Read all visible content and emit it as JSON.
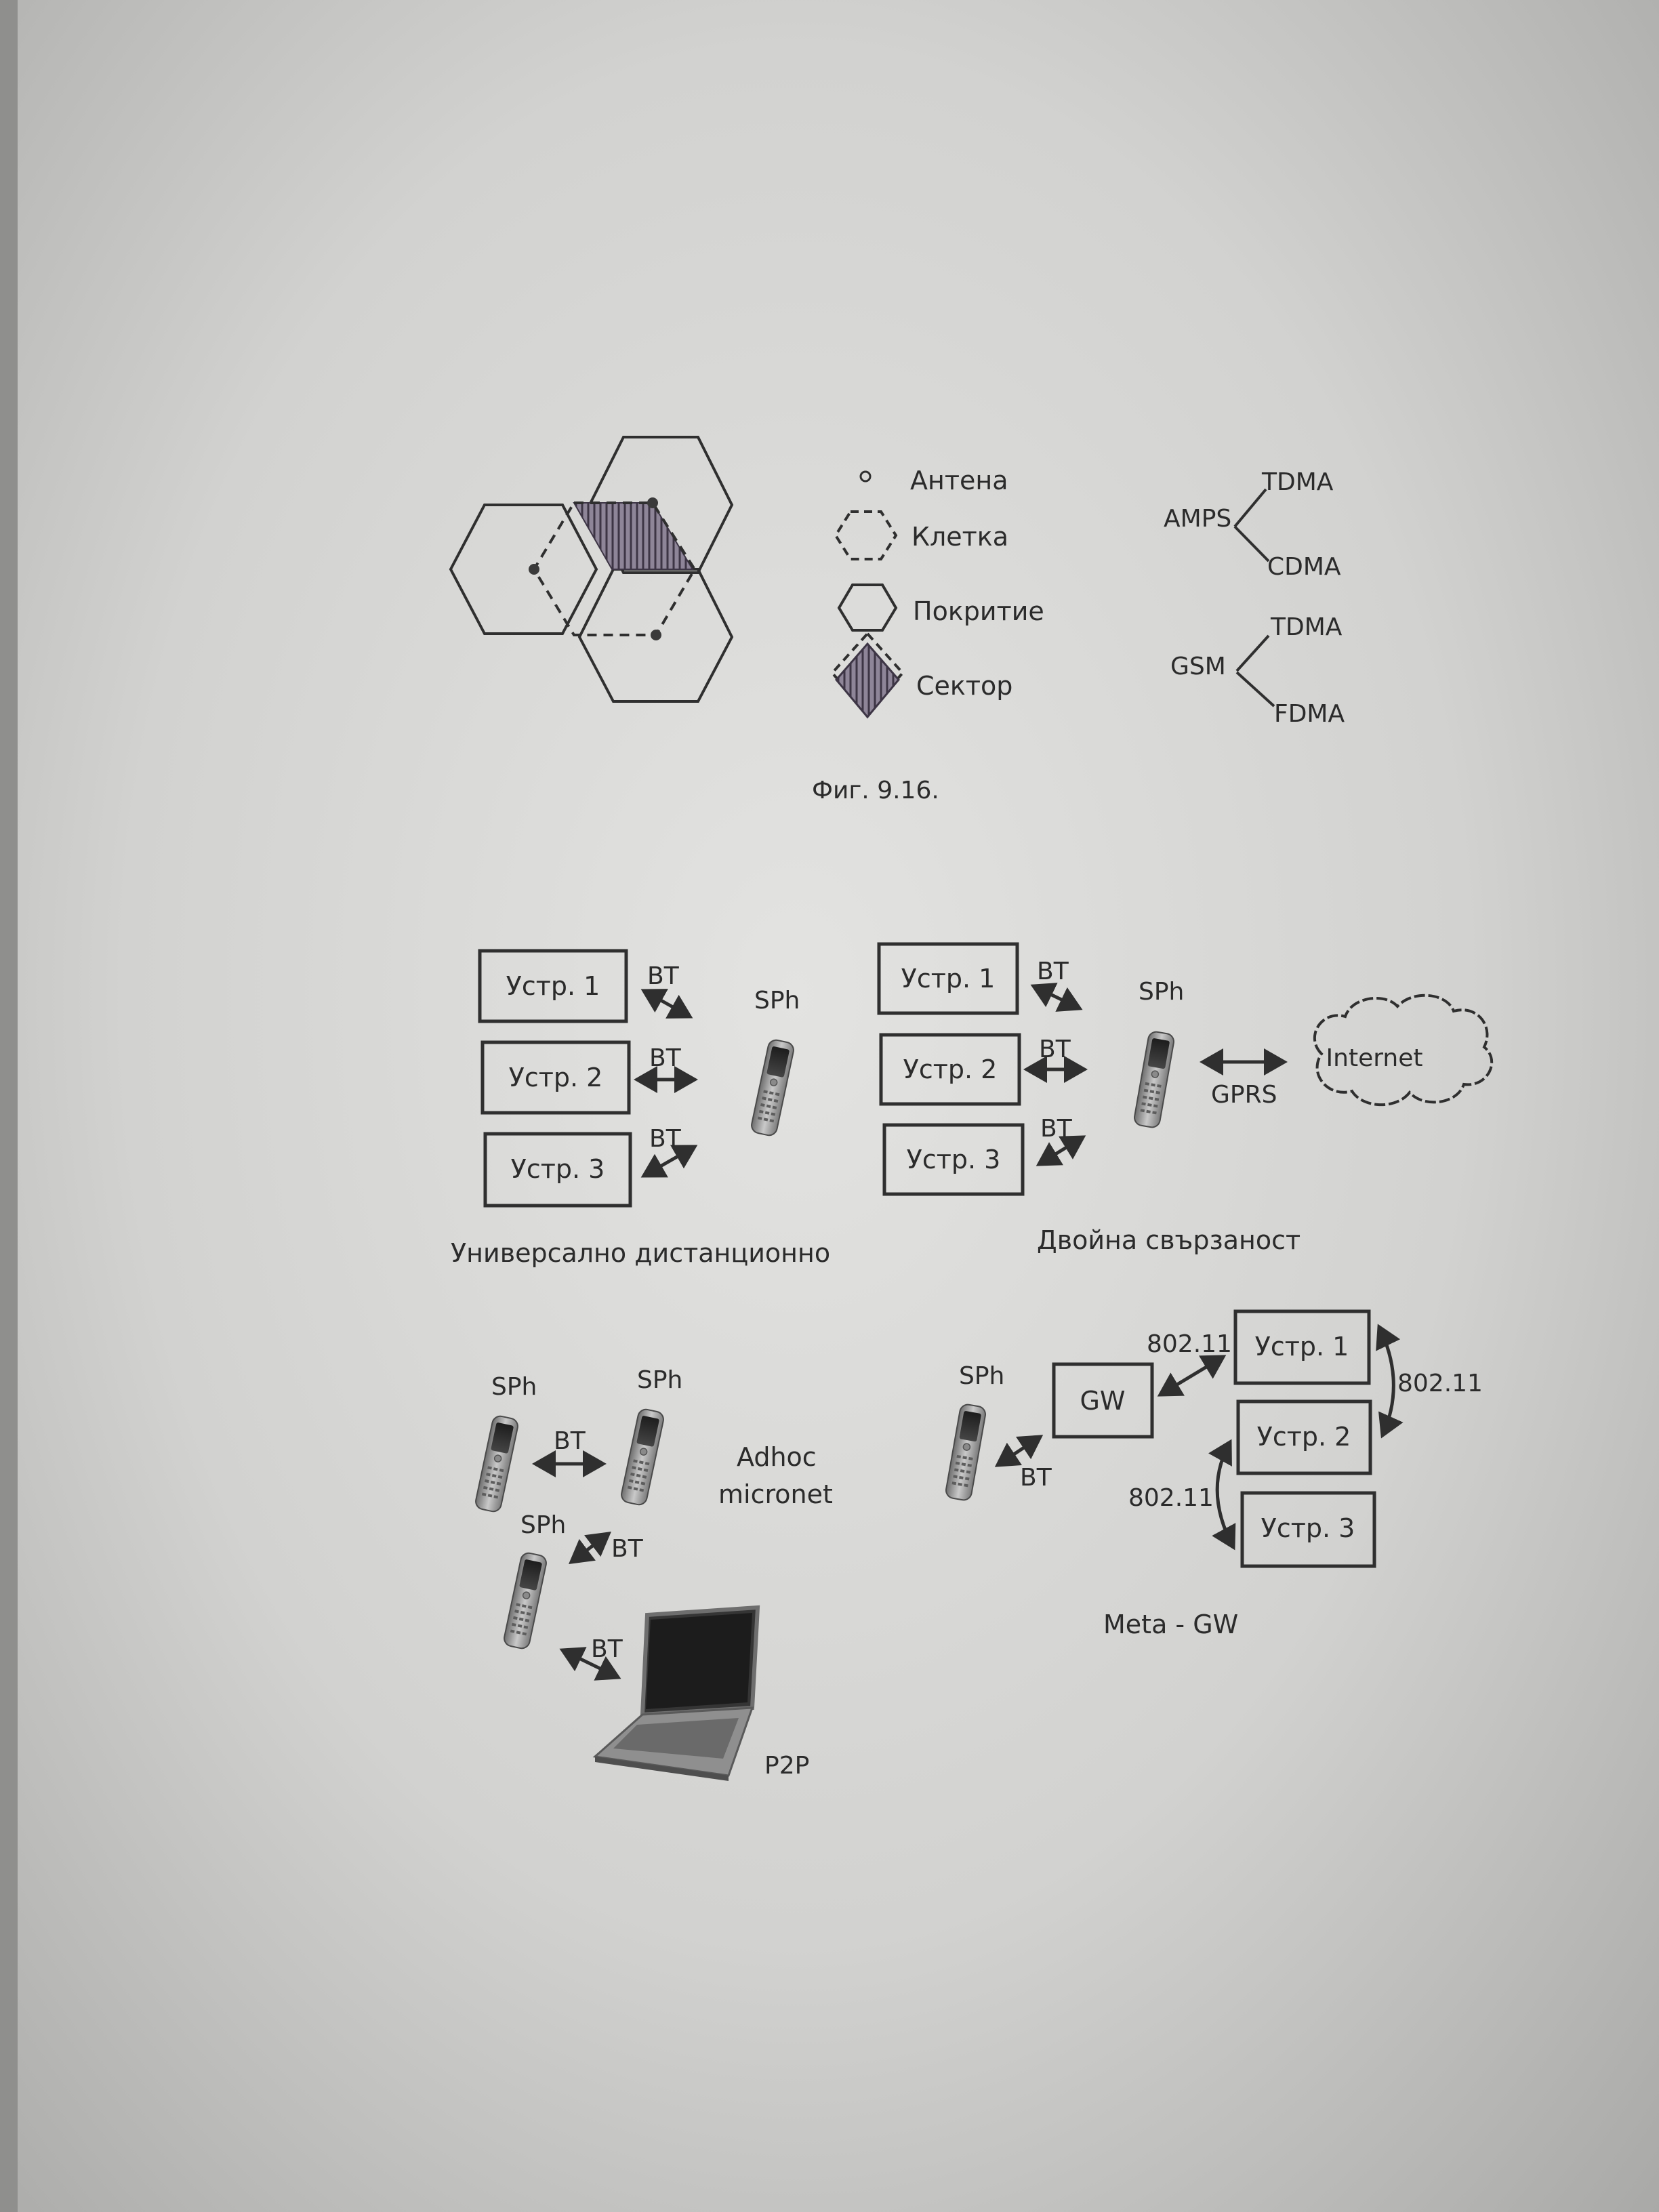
{
  "legend": {
    "antenna": "Антена",
    "cell": "Клетка",
    "coverage": "Покритие",
    "sector": "Сектор"
  },
  "tree_amps": {
    "root": "AMPS",
    "top": "TDMA",
    "bottom": "CDMA"
  },
  "tree_gsm": {
    "root": "GSM",
    "top": "TDMA",
    "bottom": "FDMA"
  },
  "figure_caption": "Фиг. 9.16.",
  "universal": {
    "devices": [
      "Устр. 1",
      "Устр. 2",
      "Устр. 3"
    ],
    "links": [
      "BT",
      "BT",
      "BT"
    ],
    "phone": "SPh",
    "caption": "Универсално дистанционно"
  },
  "dual": {
    "devices": [
      "Устр. 1",
      "Устр. 2",
      "Устр. 3"
    ],
    "links": [
      "BT",
      "BT",
      "BT"
    ],
    "phone": "SPh",
    "gprs": "GPRS",
    "cloud": "Internet",
    "caption": "Двойна свързаност"
  },
  "adhoc": {
    "phone_a": "SPh",
    "phone_b": "SPh",
    "phone_c": "SPh",
    "link_ab": "BT",
    "link_c": "BT",
    "link_laptop": "BT",
    "label_line1": "Adhoc",
    "label_line2": "micronet",
    "p2p": "P2P"
  },
  "metagw": {
    "phone": "SPh",
    "gw": "GW",
    "link_phone": "BT",
    "link_gw": "802.11",
    "link_d1d2": "802.11",
    "link_d2d3": "802.11",
    "devices": [
      "Устр. 1",
      "Устр. 2",
      "Устр. 3"
    ],
    "caption": "Meta - GW"
  }
}
